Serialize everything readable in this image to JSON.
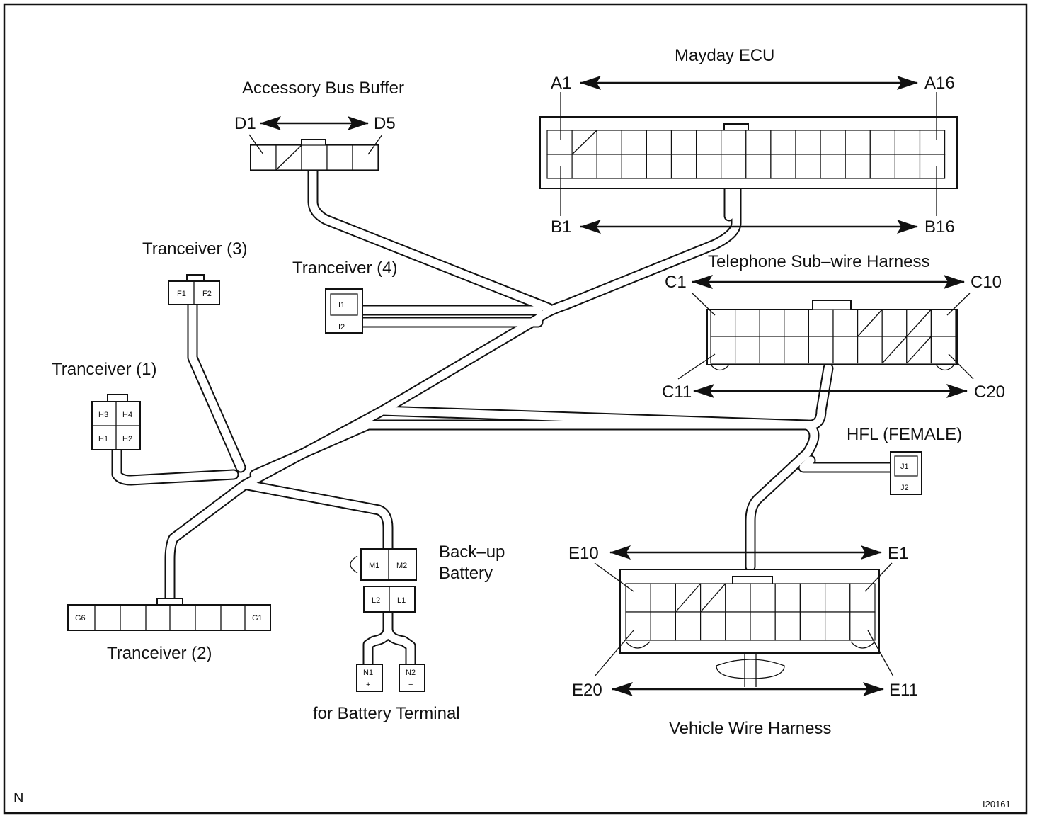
{
  "labels": {
    "mayday_ecu": "Mayday ECU",
    "a1": "A1",
    "a16": "A16",
    "b1": "B1",
    "b16": "B16",
    "accessory_bus_buffer": "Accessory Bus Buffer",
    "d1": "D1",
    "d5": "D5",
    "tranceiver3": "Tranceiver (3)",
    "tranceiver4": "Tranceiver (4)",
    "tranceiver1": "Tranceiver (1)",
    "tranceiver2": "Tranceiver (2)",
    "telephone_harness": "Telephone Sub–wire Harness",
    "c1": "C1",
    "c10": "C10",
    "c11": "C11",
    "c20": "C20",
    "hfl": "HFL (FEMALE)",
    "backup_battery_1": "Back–up",
    "backup_battery_2": "Battery",
    "battery_terminal": "for Battery Terminal",
    "vehicle_harness": "Vehicle Wire Harness",
    "e10": "E10",
    "e1": "E1",
    "e20": "E20",
    "e11": "E11",
    "corner_n": "N",
    "figure_code": "I20161"
  },
  "pins": {
    "f1": "F1",
    "f2": "F2",
    "i1": "I1",
    "i2": "I2",
    "h3": "H3",
    "h4": "H4",
    "h1": "H1",
    "h2": "H2",
    "g6": "G6",
    "g1": "G1",
    "m1": "M1",
    "m2": "M2",
    "l2": "L2",
    "l1": "L1",
    "n1": "N1",
    "n1_sign": "+",
    "n2": "N2",
    "n2_sign": "−",
    "j1": "J1",
    "j2": "J2"
  }
}
